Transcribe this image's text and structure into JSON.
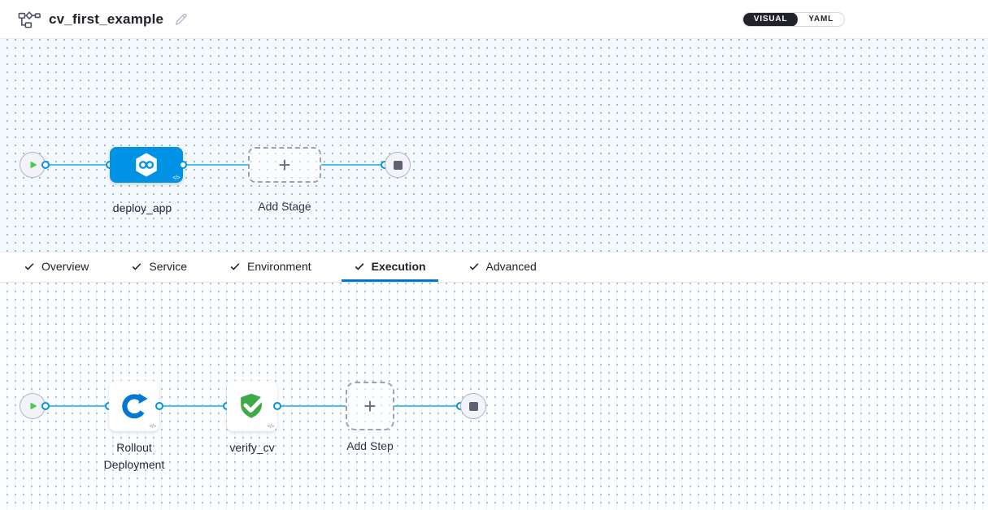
{
  "header": {
    "title": "cv_first_example",
    "view_toggle": {
      "options": [
        {
          "label": "VISUAL",
          "selected": true
        },
        {
          "label": "YAML",
          "selected": false
        }
      ]
    }
  },
  "glyphs": {
    "plus": "+",
    "code": "</>"
  },
  "stage_canvas": {
    "stage": {
      "label": "deploy_app",
      "icon": "cd-hexagon-infinity-icon"
    },
    "add_stage": {
      "label": "Add Stage"
    }
  },
  "tabs": {
    "items": [
      {
        "label": "Overview",
        "checked": true,
        "active": false
      },
      {
        "label": "Service",
        "checked": true,
        "active": false
      },
      {
        "label": "Environment",
        "checked": true,
        "active": false
      },
      {
        "label": "Execution",
        "checked": true,
        "active": true
      },
      {
        "label": "Advanced",
        "checked": true,
        "active": false
      }
    ]
  },
  "execution_canvas": {
    "steps": [
      {
        "label": "Rollout Deployment",
        "icon": "rolling-deployment-icon"
      },
      {
        "label": "verify_cv",
        "icon": "verified-shield-icon"
      }
    ],
    "add_step": {
      "label": "Add Step"
    }
  },
  "colors": {
    "primary_blue": "#0092e4",
    "connector_blue": "#4ac1f0",
    "active_tab_underline": "#0278d5",
    "play_green": "#4dc952",
    "shield_green": "#3eaa47",
    "toggle_dark": "#22222a"
  }
}
